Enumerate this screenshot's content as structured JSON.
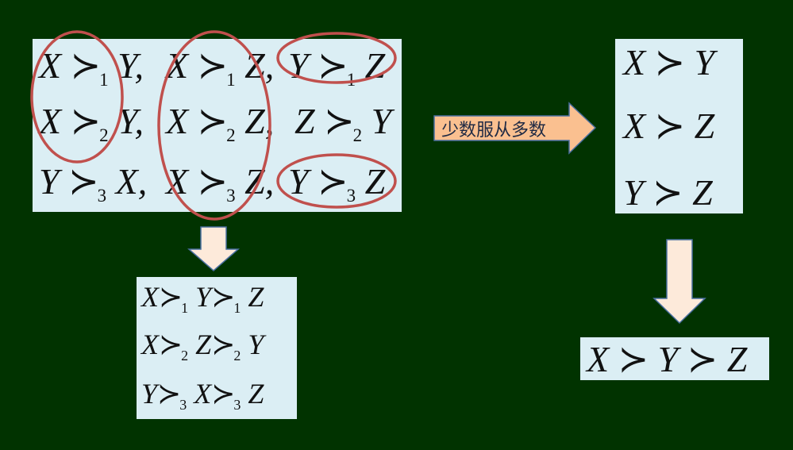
{
  "profile_rows": [
    [
      {
        "a": "X",
        "sub": "1",
        "b": "Y",
        "sep": ","
      },
      {
        "a": "X",
        "sub": "1",
        "b": "Z",
        "sep": ","
      },
      {
        "a": "Y",
        "sub": "1",
        "b": "Z",
        "sep": ""
      }
    ],
    [
      {
        "a": "X",
        "sub": "2",
        "b": "Y",
        "sep": ","
      },
      {
        "a": "X",
        "sub": "2",
        "b": "Z",
        "sep": ","
      },
      {
        "a": "Z",
        "sub": "2",
        "b": "Y",
        "sep": ""
      }
    ],
    [
      {
        "a": "Y",
        "sub": "3",
        "b": "X",
        "sep": ","
      },
      {
        "a": "X",
        "sub": "3",
        "b": "Z",
        "sep": ","
      },
      {
        "a": "Y",
        "sub": "3",
        "b": "Z",
        "sep": ""
      }
    ]
  ],
  "op": "≻",
  "arrow_label": "少数服从多数",
  "majority": [
    {
      "a": "X",
      "b": "Y"
    },
    {
      "a": "X",
      "b": "Z"
    },
    {
      "a": "Y",
      "b": "Z"
    }
  ],
  "individual_orders": [
    {
      "a": "X",
      "s1": "1",
      "b": "Y",
      "s2": "1",
      "c": "Z"
    },
    {
      "a": "X",
      "s1": "2",
      "b": "Z",
      "s2": "2",
      "c": "Y"
    },
    {
      "a": "Y",
      "s1": "3",
      "b": "X",
      "s2": "3",
      "c": "Z"
    }
  ],
  "social_order": {
    "a": "X",
    "b": "Y",
    "c": "Z"
  },
  "colors": {
    "background": "#013300",
    "box": "#dbeef4",
    "circle": "#c0504d",
    "arrow_right": "#fac090",
    "arrow_down": "#fdeada",
    "arrow_border": "#4a6fa0"
  }
}
